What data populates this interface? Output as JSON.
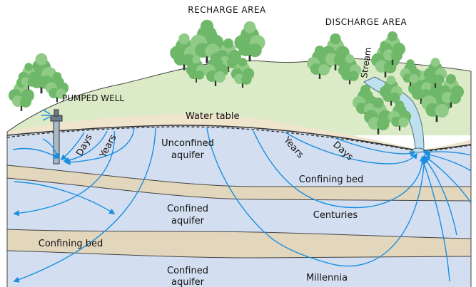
{
  "labels": {
    "recharge_area": "RECHARGE AREA",
    "discharge_area": "DISCHARGE AREA",
    "pumped_well": "PUMPED WELL",
    "stream": "Stream",
    "water_table": "Water table",
    "unconfined_aquifer_line1": "Unconfined",
    "unconfined_aquifer_line2": "aquifer",
    "confining_bed_upper": "Confining bed",
    "confining_bed_lower": "Confining bed",
    "confined_aquifer_upper_line1": "Confined",
    "confined_aquifer_upper_line2": "aquifer",
    "confined_aquifer_lower_line1": "Confined",
    "confined_aquifer_lower_line2": "aquifer",
    "days_left": "Days",
    "years_left": "Years",
    "years_right": "Years",
    "days_right": "Days",
    "centuries": "Centuries",
    "millennia": "Millennia"
  },
  "colors": {
    "land_surface": "#dcebc7",
    "soil_band": "#efe4cc",
    "unconfined_aquifer": "#d3dff0",
    "confining_bed": "#e2d6bd",
    "confined_aquifer": "#d3dff0",
    "flow_line": "#1a8fe0",
    "tree_foliage": "#6fb86a",
    "tree_foliage_light": "#8fcb86",
    "tree_trunk": "#2d3a2d",
    "stream": "#bfe0ef"
  }
}
